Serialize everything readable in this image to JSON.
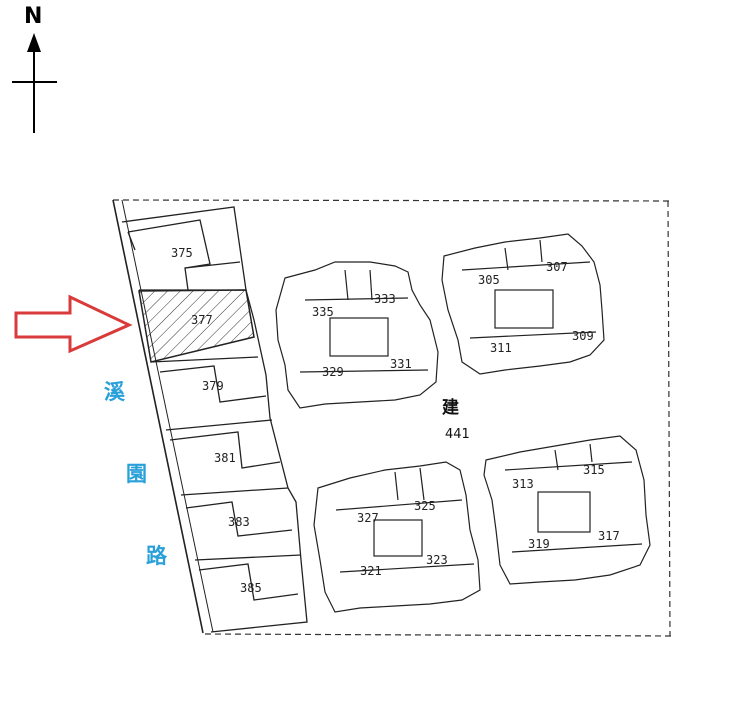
{
  "compass": {
    "label": "N"
  },
  "road": {
    "chars": [
      "溪",
      "園",
      "路"
    ],
    "color": "#2aa0d8"
  },
  "arrow": {
    "color": "#d93a3a",
    "target_lot": "377"
  },
  "lots": [
    {
      "number": "375",
      "highlighted": false
    },
    {
      "number": "377",
      "highlighted": true
    },
    {
      "number": "379",
      "highlighted": false
    },
    {
      "number": "381",
      "highlighted": false
    },
    {
      "number": "383",
      "highlighted": false
    },
    {
      "number": "385",
      "highlighted": false
    }
  ],
  "buildings": [
    {
      "units": [
        "335",
        "333",
        "329",
        "331"
      ]
    },
    {
      "units": [
        "305",
        "307",
        "311",
        "309"
      ]
    },
    {
      "units": [
        "327",
        "325",
        "321",
        "323"
      ]
    },
    {
      "units": [
        "313",
        "315",
        "319",
        "317"
      ]
    }
  ],
  "base_lot": {
    "char": "建",
    "number": "441"
  }
}
